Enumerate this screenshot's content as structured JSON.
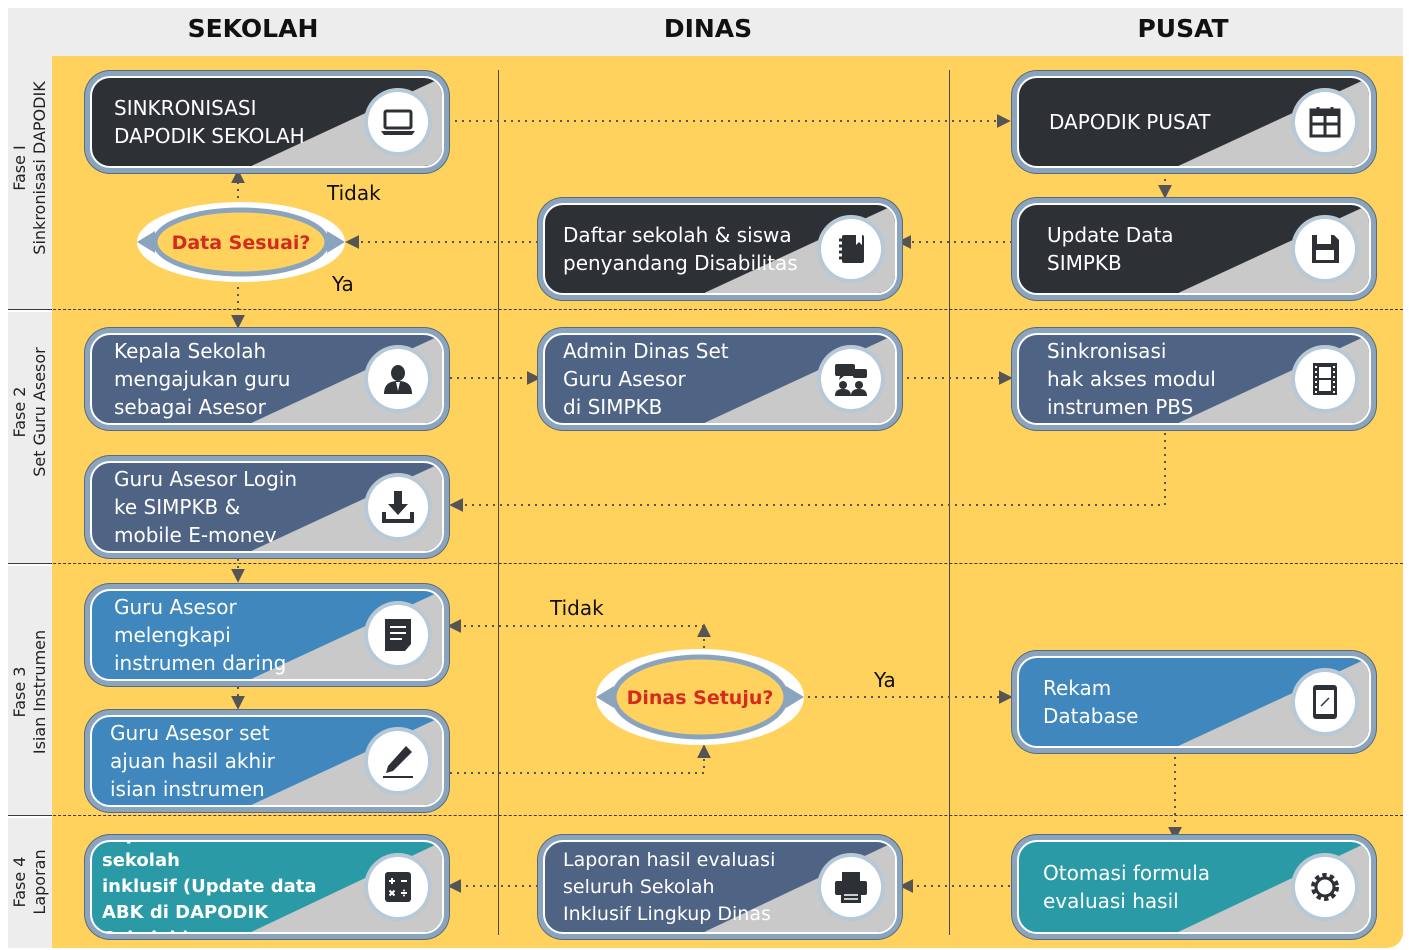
{
  "lanes": {
    "sekolah": "SEKOLAH",
    "dinas": "DINAS",
    "pusat": "PUSAT"
  },
  "phases": [
    {
      "line1": "Fase I",
      "line2": "Sinkronisasi DAPODIK"
    },
    {
      "line1": "Fase 2",
      "line2": "Set Guru Asesor"
    },
    {
      "line1": "Fase 3",
      "line2": "Isian Instrumen"
    },
    {
      "line1": "Fase 4",
      "line2": "Laporan"
    }
  ],
  "nodes": {
    "sinkronisasi_dapodik_sekolah": {
      "l1": "SINKRONISASI",
      "l2": "DAPODIK SEKOLAH",
      "icon": "laptop-icon"
    },
    "dapodik_pusat": {
      "l1": "DAPODIK PUSAT",
      "icon": "calendar-icon"
    },
    "update_data_simpkb": {
      "l1": "Update Data",
      "l2": "SIMPKB",
      "icon": "floppy-disk-icon"
    },
    "daftar_sekolah": {
      "l1": "Daftar sekolah & siswa",
      "l2": "penyandang Disabilitas",
      "icon": "notebook-icon"
    },
    "kepala_sekolah": {
      "l1": "Kepala Sekolah",
      "l2": "mengajukan guru",
      "l3": "sebagai Asesor",
      "icon": "user-icon"
    },
    "admin_dinas": {
      "l1": "Admin Dinas Set",
      "l2": "Guru Asesor",
      "l3": "di SIMPKB",
      "icon": "discussion-icon"
    },
    "sinkronisasi_hak_akses": {
      "l1": "Sinkronisasi",
      "l2": "hak akses modul",
      "l3": "instrumen PBS",
      "icon": "film-strip-icon"
    },
    "guru_asesor_login": {
      "l1": "Guru Asesor Login",
      "l2": "ke SIMPKB &",
      "l3": "mobile E-monev",
      "icon": "download-icon"
    },
    "guru_asesor_melengkapi": {
      "l1": "Guru Asesor",
      "l2": "melengkapi",
      "l3": "instrumen daring",
      "icon": "document-icon"
    },
    "guru_asesor_set": {
      "l1": "Guru Asesor set",
      "l2": "ajuan hasil akhir",
      "l3": "isian instrumen",
      "icon": "pen-icon"
    },
    "rekam_database": {
      "l1": "Rekam",
      "l2": "Database",
      "icon": "tablet-icon"
    },
    "laporan_evaluasi_sekolah": {
      "l1": "Laporan evaluasi sekolah",
      "l2": "inklusif (Update data",
      "l3": "ABK di DAPODIK Sekolah)",
      "icon": "calculator-icon"
    },
    "laporan_hasil_evaluasi": {
      "l1": "Laporan hasil evaluasi",
      "l2": "seluruh Sekolah",
      "l3": "Inklusif Lingkup Dinas",
      "icon": "printer-icon"
    },
    "otomasi_formula": {
      "l1": "Otomasi formula",
      "l2": "evaluasi hasil",
      "icon": "gear-icon"
    }
  },
  "decisions": {
    "data_sesuai": {
      "text": "Data Sesuai?",
      "no": "Tidak",
      "yes": "Ya"
    },
    "dinas_setuju": {
      "text": "Dinas Setuju?",
      "no": "Tidak",
      "yes": "Ya"
    }
  },
  "colors": {
    "yellow": "#fed25d",
    "dark": "#2d3035",
    "slate": "#4f6485",
    "blue": "#3f87bd",
    "teal": "#2a9aa6",
    "decision_text": "#d52b1e"
  }
}
